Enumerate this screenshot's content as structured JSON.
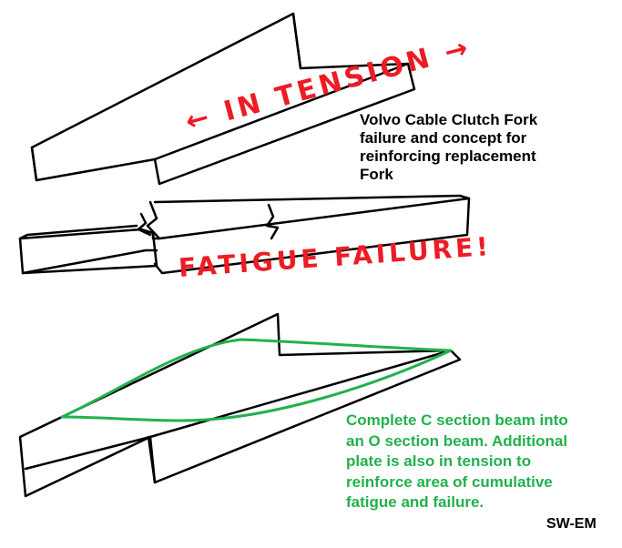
{
  "title": "Volvo Cable Clutch Fork\nfailure and concept for\nreinforcing replacement\nFork",
  "labels": {
    "in_tension": "← IN TENSION →",
    "fatigue_failure": "FATIGUE FAILURE!"
  },
  "note": "Complete C section beam into\nan O section beam.  Additional\nplate is also in tension to\nreinforce area of cumulative\nfatigue and failure.",
  "signature": "SW-EM",
  "colors": {
    "ink": "#000000",
    "red": "#ed1c24",
    "green": "#22b14c"
  }
}
